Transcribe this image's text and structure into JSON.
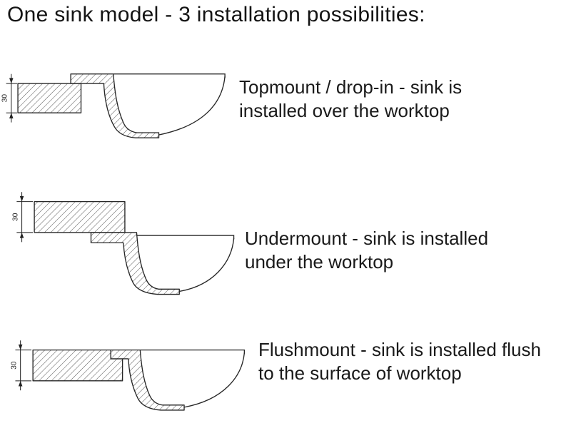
{
  "title": "One sink model - 3 installation possibilities:",
  "colors": {
    "ink": "#1a1a1a",
    "drawing_line": "#262626",
    "background": "#ffffff"
  },
  "rows": [
    {
      "id": "topmount",
      "dimension": "30",
      "label": "Topmount / drop-in - sink is installed over the worktop"
    },
    {
      "id": "undermount",
      "dimension": "30",
      "label": "Undermount - sink is installed under the worktop"
    },
    {
      "id": "flushmount",
      "dimension": "30",
      "label": "Flushmount - sink is installed flush to the surface of worktop"
    }
  ]
}
